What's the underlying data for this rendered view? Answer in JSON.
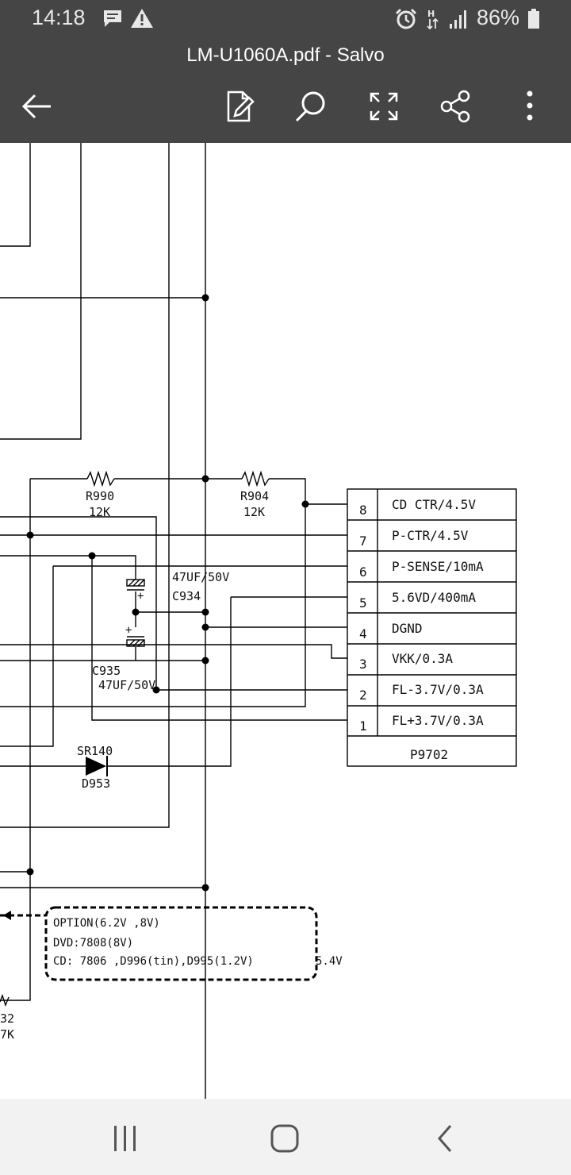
{
  "status_bar": {
    "time": "14:18",
    "battery_percent": "86%",
    "icons": [
      "message-icon",
      "alert-icon",
      "alarm-icon",
      "hplus-data-icon",
      "signal-icon",
      "battery-icon"
    ]
  },
  "app_bar": {
    "title": "LM-U1060A.pdf - Salvo",
    "actions": [
      "back-arrow-icon",
      "edit-pdf-icon",
      "search-icon",
      "fullscreen-icon",
      "share-icon",
      "more-vert-icon"
    ]
  },
  "schematic": {
    "resistors": [
      {
        "ref": "R990",
        "value": "12K"
      },
      {
        "ref": "R904",
        "value": "12K"
      }
    ],
    "capacitors": [
      {
        "ref": "C934",
        "value": "47UF/50V"
      },
      {
        "ref": "C935",
        "value": "47UF/50V"
      }
    ],
    "diode": {
      "type": "SR140",
      "ref": "D953"
    },
    "connector": {
      "name": "P9702",
      "pins": [
        {
          "num": "8",
          "label": "CD CTR/4.5V"
        },
        {
          "num": "7",
          "label": "P-CTR/4.5V"
        },
        {
          "num": "6",
          "label": "P-SENSE/10mA"
        },
        {
          "num": "5",
          "label": "5.6VD/400mA"
        },
        {
          "num": "4",
          "label": "DGND"
        },
        {
          "num": "3",
          "label": "VKK/0.3A"
        },
        {
          "num": "2",
          "label": "FL-3.7V/0.3A"
        },
        {
          "num": "1",
          "label": "FL+3.7V/0.3A"
        }
      ]
    },
    "option_box": {
      "line1": "OPTION(6.2V ,8V)",
      "line2": "DVD:7808(8V)",
      "line3": "CD: 7806 ,D996(tin),D995(1.2V)",
      "extra": "5.4V"
    },
    "partial_labels": {
      "ref": "32",
      "value": "7K"
    }
  },
  "nav_bar": {
    "buttons": [
      "recents-icon",
      "home-icon",
      "back-icon"
    ]
  }
}
